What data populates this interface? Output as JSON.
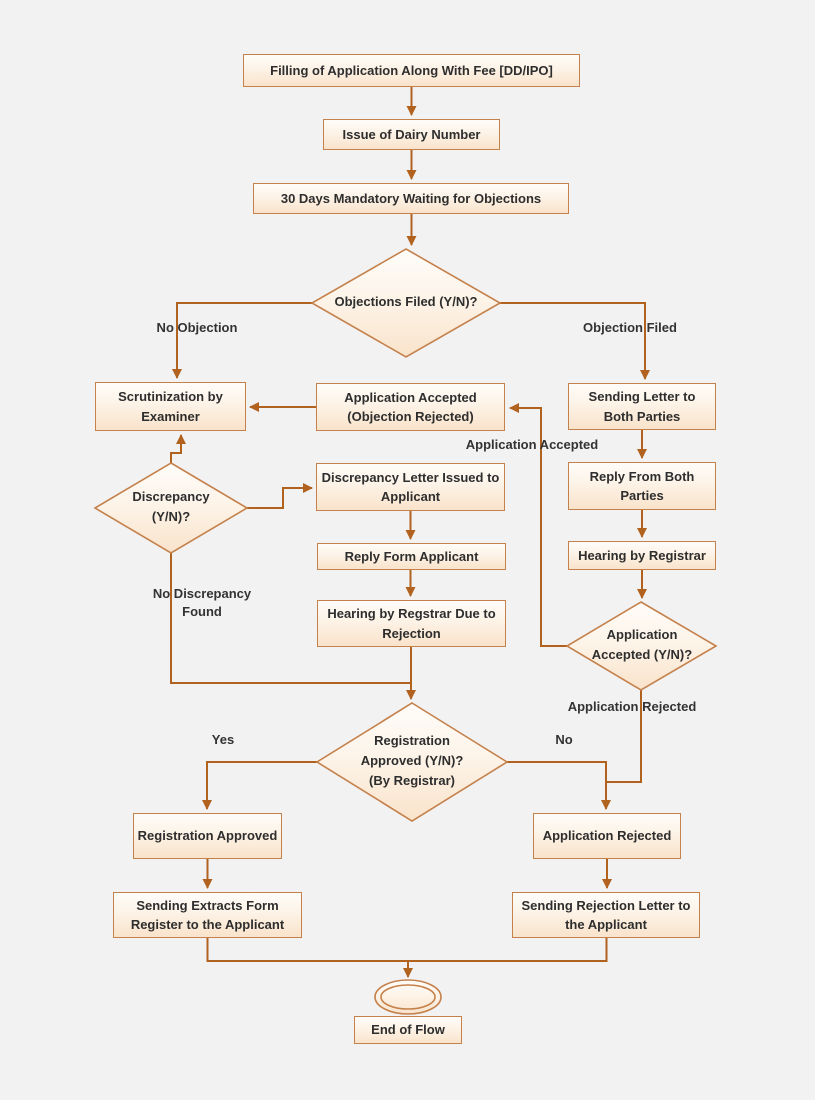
{
  "flowchart": {
    "nodes": {
      "filling": "Filling of Application Along With Fee [DD/IPO]",
      "dairy": "Issue of Dairy Number",
      "waiting": "30 Days Mandatory Waiting for Objections",
      "objections_decision": "Objections Filed (Y/N)?",
      "scrutinization": "Scrutinization by Examiner",
      "application_accepted_box": "Application Accepted (Objection Rejected)",
      "sending_letter": "Sending Letter to Both Parties",
      "reply_both": "Reply From Both Parties",
      "hearing_registrar": "Hearing by Registrar",
      "application_accepted_decision": "Application Accepted (Y/N)?",
      "discrepancy_decision": "Discrepancy (Y/N)?",
      "discrepancy_letter": "Discrepancy Letter Issued to Applicant",
      "reply_form": "Reply Form Applicant",
      "hearing_regstrar": "Hearing by Regstrar Due to Rejection",
      "registration_decision": "Registration Approved (Y/N)? (By Registrar)",
      "registration_approved": "Registration Approved",
      "sending_extracts": "Sending Extracts Form Register to the Applicant",
      "application_rejected": "Application Rejected",
      "sending_rejection": "Sending Rejection Letter to the Applicant",
      "end_of_flow": "End of Flow"
    },
    "edge_labels": {
      "no_objection": "No Objection",
      "objection_filed": "Objection Filed",
      "application_accepted": "Application Accepted",
      "no_discrepancy_found": "No Discrepancy Found",
      "application_rejected": "Application Rejected",
      "yes": "Yes",
      "no": "No"
    },
    "colors": {
      "background": "#f2f2f3",
      "node_border": "#c5814b",
      "node_fill_top": "#fefcf9",
      "node_fill_bottom": "#f9e3cb",
      "connector": "#b2621f",
      "text": "#2e2e2e"
    }
  }
}
